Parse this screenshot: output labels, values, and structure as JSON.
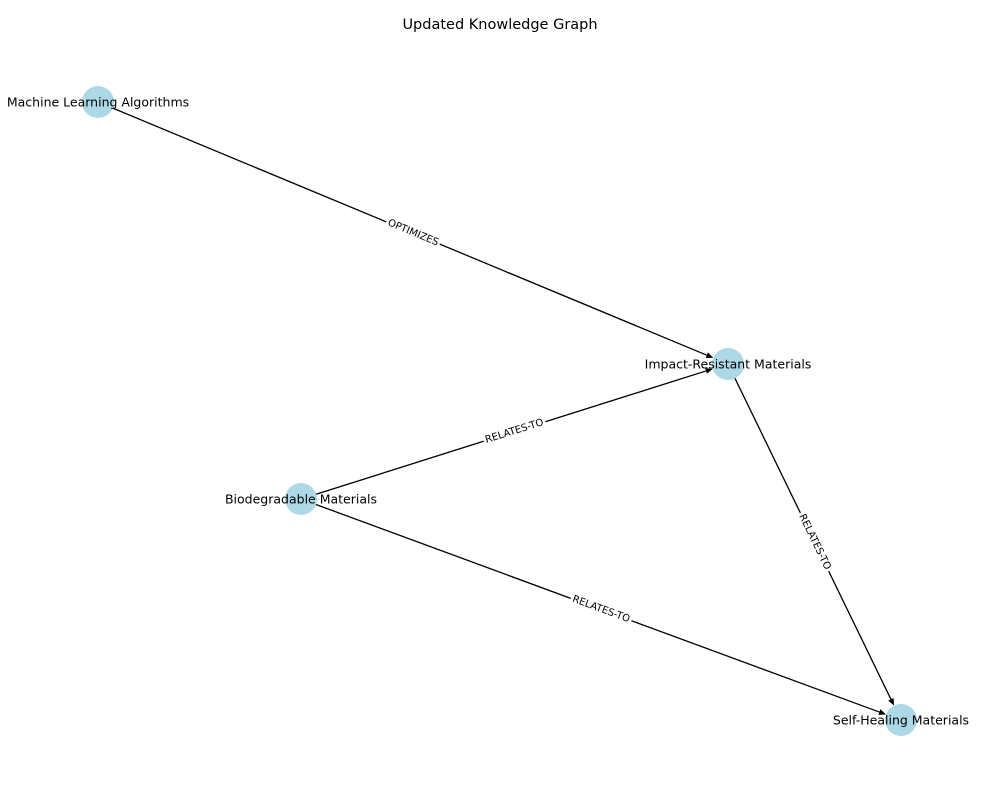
{
  "title": "Updated Knowledge Graph",
  "node_color": "#add8e6",
  "edge_color": "#000000",
  "nodes": [
    {
      "id": "ml",
      "label": "Machine Learning Algorithms"
    },
    {
      "id": "impact",
      "label": "Impact-Resistant Materials"
    },
    {
      "id": "bio",
      "label": "Biodegradable Materials"
    },
    {
      "id": "self",
      "label": "Self-Healing Materials"
    }
  ],
  "edges": [
    {
      "source": "ml",
      "target": "impact",
      "label": "OPTIMIZES"
    },
    {
      "source": "bio",
      "target": "impact",
      "label": "RELATES-TO"
    },
    {
      "source": "impact",
      "target": "self",
      "label": "RELATES-TO"
    },
    {
      "source": "bio",
      "target": "self",
      "label": "RELATES-TO"
    }
  ]
}
